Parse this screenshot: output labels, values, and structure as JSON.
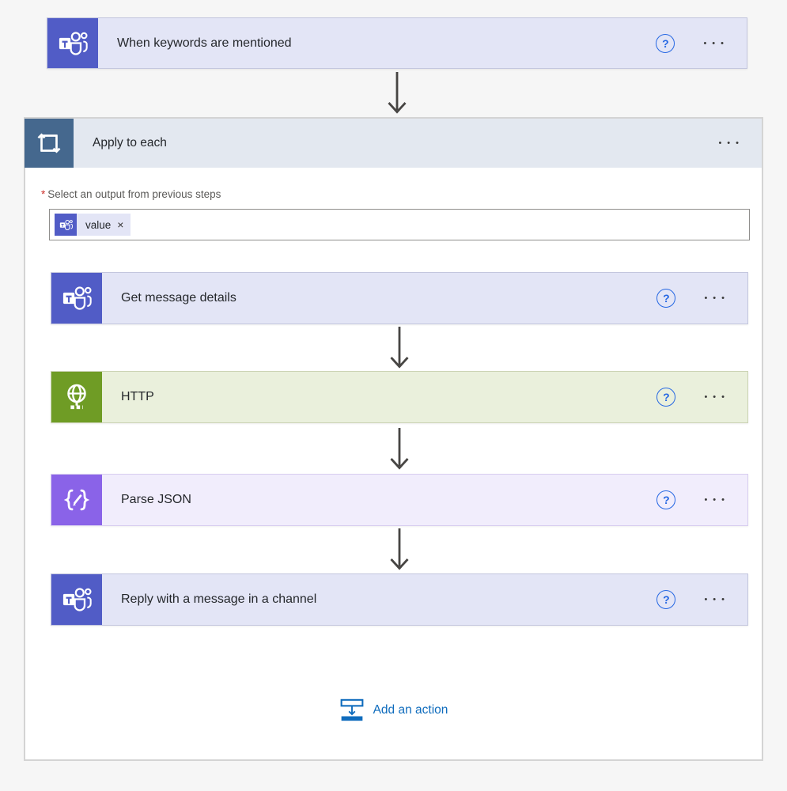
{
  "colors": {
    "page_bg": "#F6F6F6",
    "teams": "#515CC6",
    "teams_card_bg": "#E3E5F6",
    "teams_card_border": "#C3C6DE",
    "loop_header_bg": "#E3E8F0",
    "loop_icon_bg": "#45688E",
    "http_green": "#6F9C25",
    "http_card_bg": "#EAF0DC",
    "http_card_border": "#CBD3B4",
    "json_purple": "#8A63E8",
    "json_card_bg": "#F1EDFC",
    "json_card_border": "#D8CEF0",
    "scope_bg": "#FFFFFF",
    "scope_border": "#D4D4D4",
    "help_blue": "#2567E3",
    "add_action_blue": "#0F6CBD",
    "arrow_gray": "#474543",
    "title_text": "#24272B",
    "label_gray": "#5B5A58",
    "required_red": "#CC2F2A",
    "input_border": "#8F8E8C",
    "dots_color": "#3B3B3B"
  },
  "trigger_card": {
    "title": "When keywords are mentioned",
    "help_label": "?",
    "menu_label": "•••"
  },
  "apply_to_each": {
    "title": "Apply to each",
    "menu_label": "•••",
    "output_field": {
      "required_marker": "*",
      "label": "Select an output from previous steps",
      "token": {
        "text": "value",
        "remove_label": "×"
      }
    },
    "actions": [
      {
        "title": "Get message details",
        "connector": "teams",
        "help_label": "?",
        "menu_label": "•••"
      },
      {
        "title": "HTTP",
        "connector": "http",
        "help_label": "?",
        "menu_label": "•••"
      },
      {
        "title": "Parse JSON",
        "connector": "parse-json",
        "help_label": "?",
        "menu_label": "•••"
      },
      {
        "title": "Reply with a message in a channel",
        "connector": "teams",
        "help_label": "?",
        "menu_label": "•••"
      }
    ],
    "add_action_label": "Add an action"
  }
}
